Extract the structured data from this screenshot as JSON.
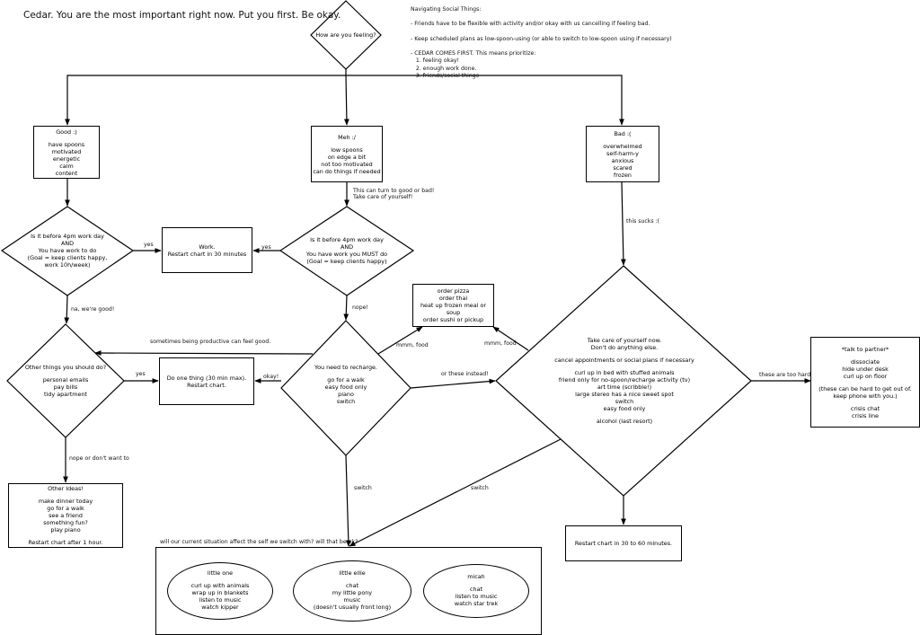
{
  "title": "Cedar. You are the most important right now. Put you first. Be okay.",
  "notes": {
    "lines": [
      "Navigating Social Things:",
      "",
      "- Friends have to be flexible with activity and/or okay with us cancelling if feeling bad.",
      "",
      "- Keep scheduled plans as low-spoon-using (or able to switch to low-spoon using if necessary)",
      "",
      "- CEDAR COMES FIRST. This means prioritize:",
      "   1. feeling okay!",
      "   2. enough work done.",
      "   3. friends/social things"
    ]
  },
  "nodes": {
    "start": [
      "How are you feeling?"
    ],
    "good": [
      "Good :)",
      "",
      "have spoons",
      "motivated",
      "energetic",
      "calm",
      "content"
    ],
    "meh": [
      "Meh :/",
      "",
      "low spoons",
      "on edge a bit",
      "not too motivated",
      "can do things if needed"
    ],
    "bad": [
      "Bad :(",
      "",
      "overwhelmed",
      "self-harm-y",
      "anxious",
      "scared",
      "frozen"
    ],
    "work_q_good": [
      "Is it before 4pm work day",
      "AND",
      "You have work to do",
      "(Goal = keep clients happy,",
      "work 10h/week)"
    ],
    "work": [
      "Work.",
      "Restart chart in 30 minutes"
    ],
    "work_q_meh": [
      "Is it before 4pm work day",
      "AND",
      "You have work you MUST do",
      "(Goal = keep clients happy)"
    ],
    "other_things": [
      "Other things you should do?",
      "",
      "personal emails",
      "pay bills",
      "tidy apartment"
    ],
    "one_thing": [
      "Do one thing (30 min max).",
      "Restart chart."
    ],
    "recharge": [
      "You need to recharge.",
      "",
      "go for a walk",
      "easy food only",
      "piano",
      "switch"
    ],
    "food": [
      "order pizza",
      "order thai",
      "heat up frozen meal or soup",
      "order sushi or pickup"
    ],
    "take_care": [
      "Take care of yourself now.",
      "Don't do anything else.",
      "",
      "cancel appointments or social plans if necessary",
      "",
      "curl up in bed with stuffed animals",
      "friend only for no-spoon/recharge activity (tv)",
      "art time (scribble!)",
      "large stereo has a nice sweet spot",
      "switch",
      "easy food only",
      "",
      "alcohol (last resort)"
    ],
    "partner": [
      "*talk to partner*",
      "",
      "dissociate",
      "hide under desk",
      "curl up on floor",
      "",
      "(these can be hard to get out of.",
      "keep phone with you.)",
      "",
      "crisis chat",
      "crisis line"
    ],
    "other_ideas": [
      "Other Ideas!",
      "",
      "make dinner today",
      "go for a walk",
      "see a friend",
      "something fun?",
      "play piano",
      "",
      "Restart chart after 1 hour."
    ],
    "restart_long": [
      "Restart chart in 30 to 60 minutes."
    ]
  },
  "switch_group": {
    "title": "will our current situation affect the self we switch with? will that be ok?",
    "selves": [
      {
        "name": "little one",
        "lines": [
          "curl up with animals",
          "wrap up in blankets",
          "listen to music",
          "watch kipper"
        ]
      },
      {
        "name": "little ellie",
        "lines": [
          "chat",
          "my little pony",
          "music",
          "(doesn't usually front long)"
        ]
      },
      {
        "name": "micah",
        "lines": [
          "chat",
          "listen to music",
          "watch star trek"
        ]
      }
    ]
  },
  "edge_labels": {
    "yes_good": "yes",
    "yes_meh": "yes",
    "na_good": "na, we're good!",
    "this_can_turn_1": "This can turn to good or bad!",
    "this_can_turn_2": "Take care of yourself!",
    "nope": "nope!",
    "this_sucks": "this sucks :(",
    "sometimes_productive": "sometimes being productive can feel good.",
    "yes_other": "yes",
    "okay": "okay!",
    "mmm_food_1": "mmm, food",
    "mmm_food_2": "mmm, food",
    "or_these": "or these instead!",
    "too_hard": "these are too hard",
    "nope_dont": "nope or don't want to",
    "switch_1": "switch",
    "switch_2": "switch"
  }
}
